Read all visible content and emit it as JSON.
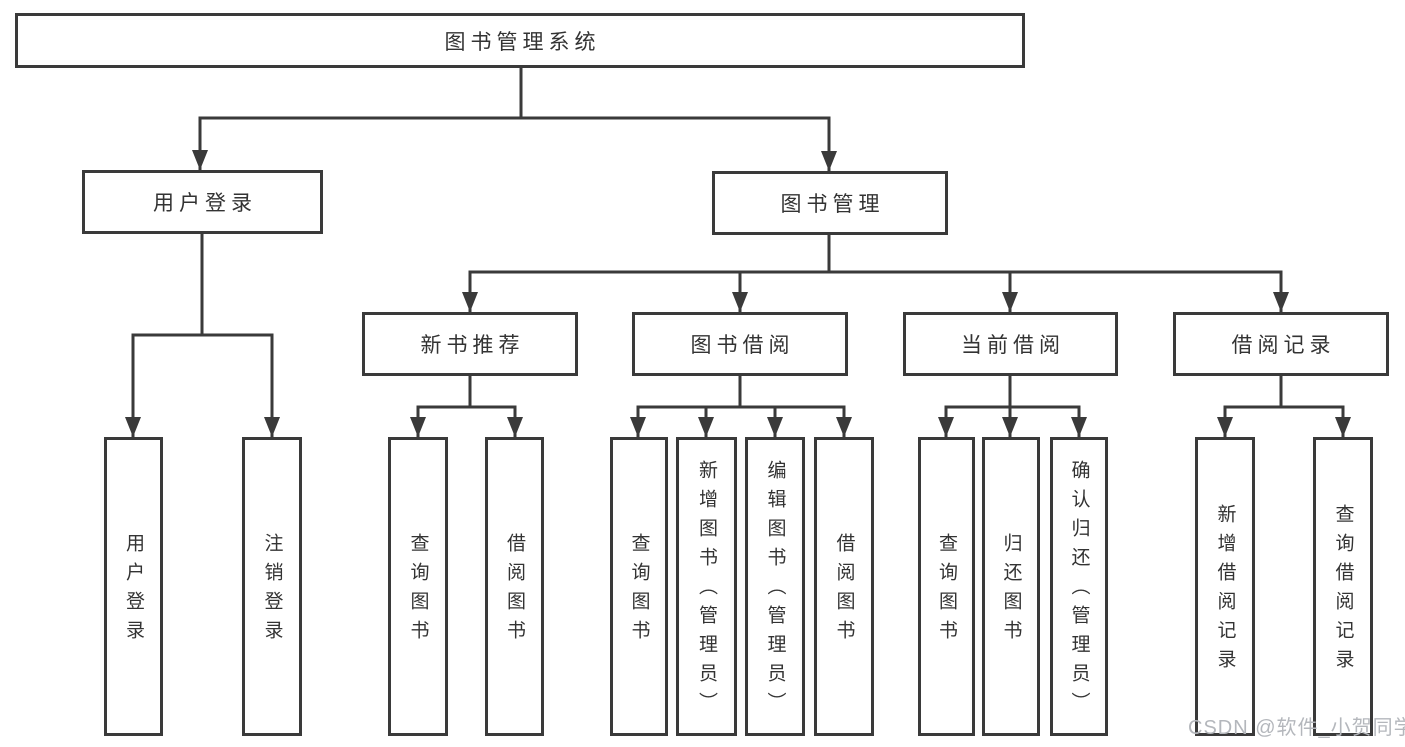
{
  "diagram_title": "图书管理系统",
  "colors": {
    "line": "#3a3a3a",
    "box_border": "#3a3a3a",
    "box_background": "#ffffff",
    "text": "#333333",
    "watermark": "#b4b7bc"
  },
  "tree": {
    "label": "图书管理系统",
    "children": [
      {
        "label": "用户登录",
        "children": [
          {
            "label": "用户登录"
          },
          {
            "label": "注销登录"
          }
        ]
      },
      {
        "label": "图书管理",
        "children": [
          {
            "label": "新书推荐",
            "children": [
              {
                "label": "查询图书"
              },
              {
                "label": "借阅图书"
              }
            ]
          },
          {
            "label": "图书借阅",
            "children": [
              {
                "label": "查询图书"
              },
              {
                "label": "新增图书（管理员）"
              },
              {
                "label": "编辑图书（管理员）"
              },
              {
                "label": "借阅图书"
              }
            ]
          },
          {
            "label": "当前借阅",
            "children": [
              {
                "label": "查询图书"
              },
              {
                "label": "归还图书"
              },
              {
                "label": "确认归还（管理员）"
              }
            ]
          },
          {
            "label": "借阅记录",
            "children": [
              {
                "label": "新增借阅记录"
              },
              {
                "label": "查询借阅记录"
              }
            ]
          }
        ]
      }
    ]
  },
  "watermark": {
    "text": "CSDN @软件_小贺同学"
  }
}
